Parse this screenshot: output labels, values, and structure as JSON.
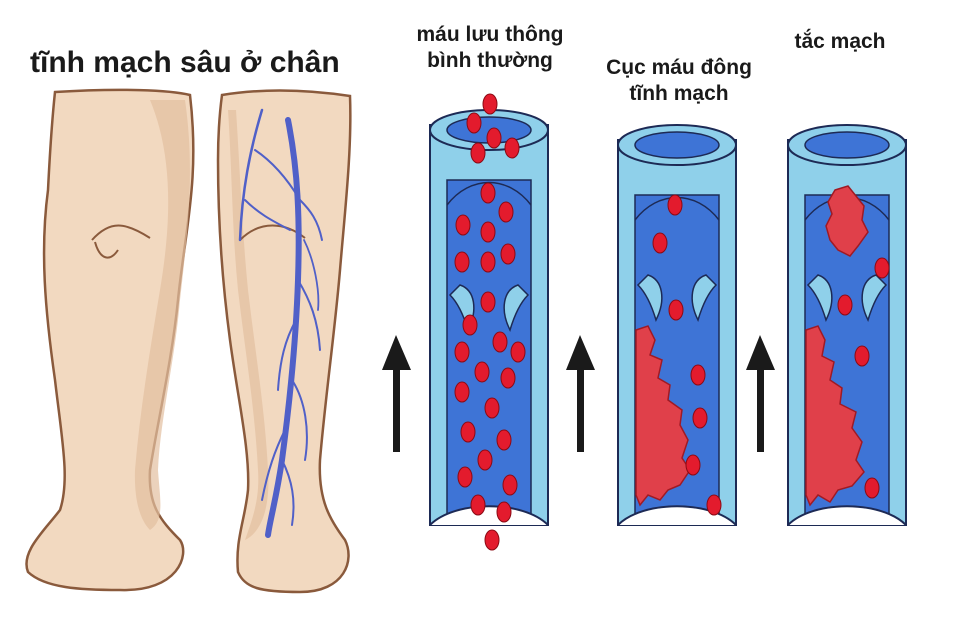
{
  "title": "tĩnh mạch sâu ở chân",
  "panels": [
    {
      "id": "normal",
      "label_lines": [
        "máu lưu thông",
        "bình thường"
      ]
    },
    {
      "id": "clot",
      "label_lines": [
        "Cục máu đông",
        "tĩnh mạch"
      ]
    },
    {
      "id": "embolism",
      "label_lines": [
        "tắc mạch"
      ]
    }
  ],
  "colors": {
    "skin": "#f2d9c0",
    "skin_shadow": "#e3bfa0",
    "skin_outline": "#8a5a3c",
    "vein_line": "#5060c8",
    "vessel_outer": "#8fd0ea",
    "vessel_inner": "#3e74d6",
    "vessel_outline": "#1d2a55",
    "blood_cell": "#e31b2d",
    "clot": "#e0404a",
    "arrow": "#1a1a1a"
  },
  "icons": [
    "leg-icon",
    "vein-icon",
    "blood-vessel-icon",
    "blood-cell-icon",
    "blood-clot-icon",
    "arrow-up-icon",
    "valve-icon"
  ]
}
